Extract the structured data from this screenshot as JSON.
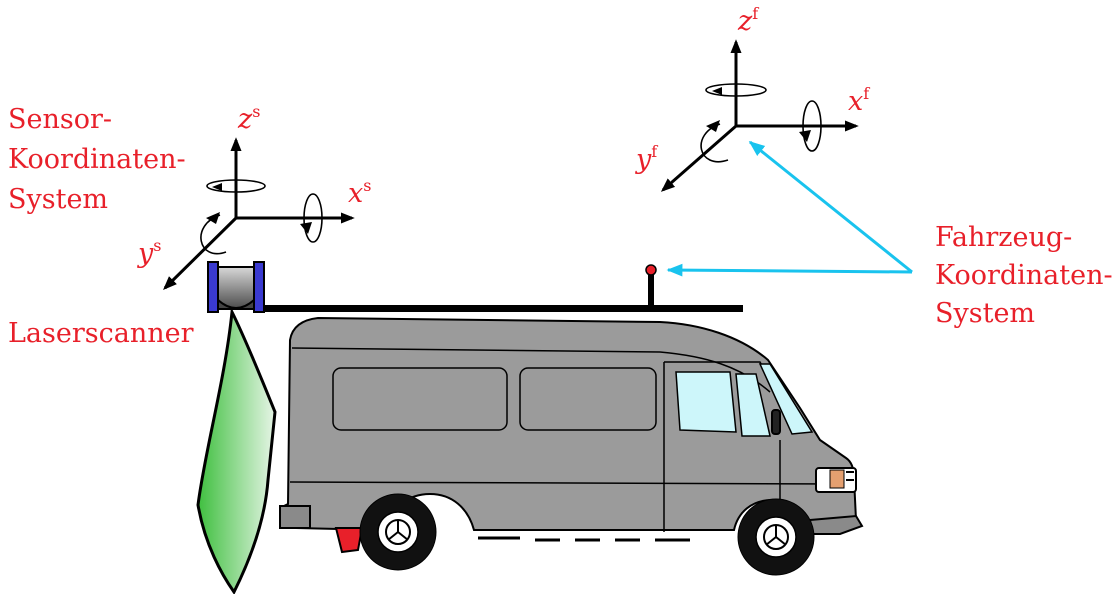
{
  "sensor_frame": {
    "label_lines": [
      "Sensor-",
      "Koordinaten-",
      "System"
    ],
    "axes": {
      "z": {
        "base": "z",
        "sup": "s"
      },
      "x": {
        "base": "x",
        "sup": "s"
      },
      "y": {
        "base": "y",
        "sup": "s"
      }
    }
  },
  "vehicle_frame": {
    "label_lines": [
      "Fahrzeug-",
      "Koordinaten-",
      "System"
    ],
    "axes": {
      "z": {
        "base": "z",
        "sup": "f"
      },
      "x": {
        "base": "x",
        "sup": "f"
      },
      "y": {
        "base": "y",
        "sup": "f"
      }
    }
  },
  "scanner_label": "Laserscanner",
  "colors": {
    "label": "#e8202a",
    "pointer": "#19c3ee",
    "van_body": "#9b9b9b",
    "window": "#cdf6fa",
    "scan_beam": "#5ccb5c",
    "scanner_flange": "#3a3ad0"
  }
}
